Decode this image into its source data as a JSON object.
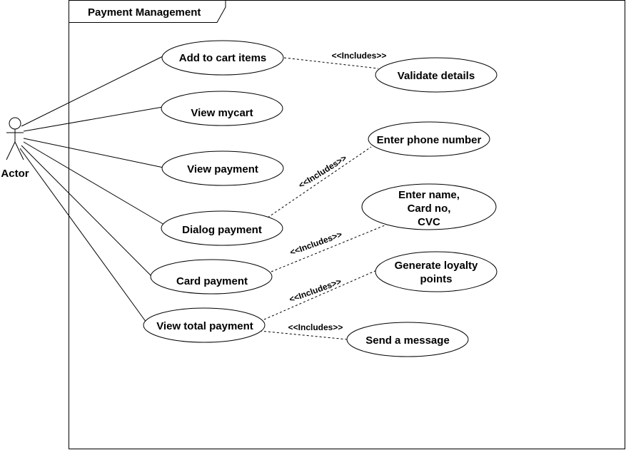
{
  "frame": {
    "title": "Payment Management"
  },
  "actor": {
    "label": "Actor"
  },
  "use_cases": {
    "add_to_cart": "Add to cart items",
    "view_mycart": "View mycart",
    "view_payment": "View payment",
    "dialog_payment": "Dialog payment",
    "card_payment": "Card payment",
    "view_total_payment": "View total payment",
    "validate_details": "Validate details",
    "enter_phone": "Enter phone number",
    "enter_card": [
      "Enter name,",
      "Card no,",
      "CVC"
    ],
    "generate_loyalty": [
      "Generate loyalty",
      "points"
    ],
    "send_message": "Send a message"
  },
  "relation": {
    "includes": "<<Includes>>"
  }
}
